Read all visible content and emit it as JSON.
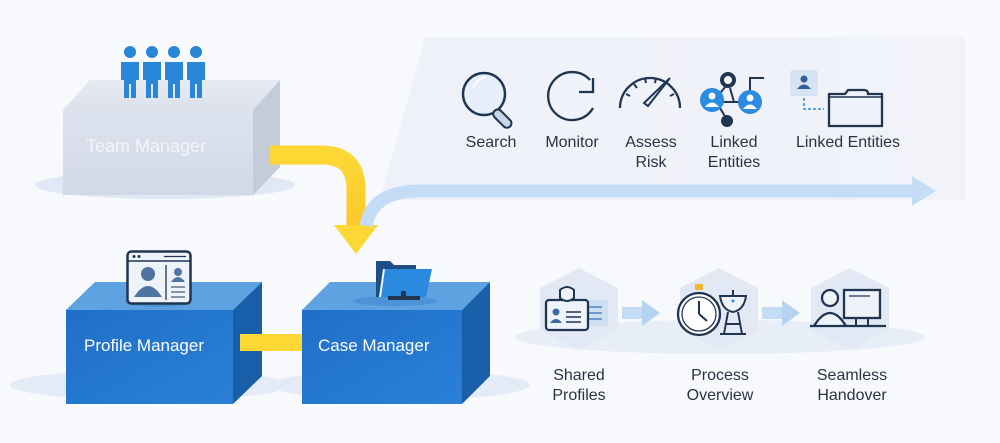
{
  "colors": {
    "primary_blue": "#2479d0",
    "yellow_connector": "#fdd835",
    "light_blue_arrow": "#c4dcf5",
    "panel_bg": "#eef1f8",
    "icon_navy": "#1f3552",
    "icon_accent": "#2a8be0"
  },
  "team_manager": {
    "label": "Team Manager",
    "icon": "team-people-icon"
  },
  "profile_manager": {
    "label": "Profile Manager",
    "icon": "profile-window-icon"
  },
  "case_manager": {
    "label": "Case Manager",
    "icon": "folder-monitor-icon"
  },
  "capabilities": [
    {
      "label": "Search",
      "icon": "search-icon"
    },
    {
      "label": "Monitor",
      "icon": "refresh-icon"
    },
    {
      "label": "Assess\nRisk",
      "icon": "gauge-icon"
    },
    {
      "label": "Linked\nEntities",
      "icon": "network-icon"
    },
    {
      "label": "Linked Entities",
      "icon": "folder-link-icon"
    }
  ],
  "benefits": [
    {
      "label": "Shared\nProfiles",
      "icon": "id-card-icon"
    },
    {
      "label": "Process\nOverview",
      "icon": "stopwatch-icon"
    },
    {
      "label": "Seamless\nHandover",
      "icon": "user-desktop-icon"
    }
  ]
}
